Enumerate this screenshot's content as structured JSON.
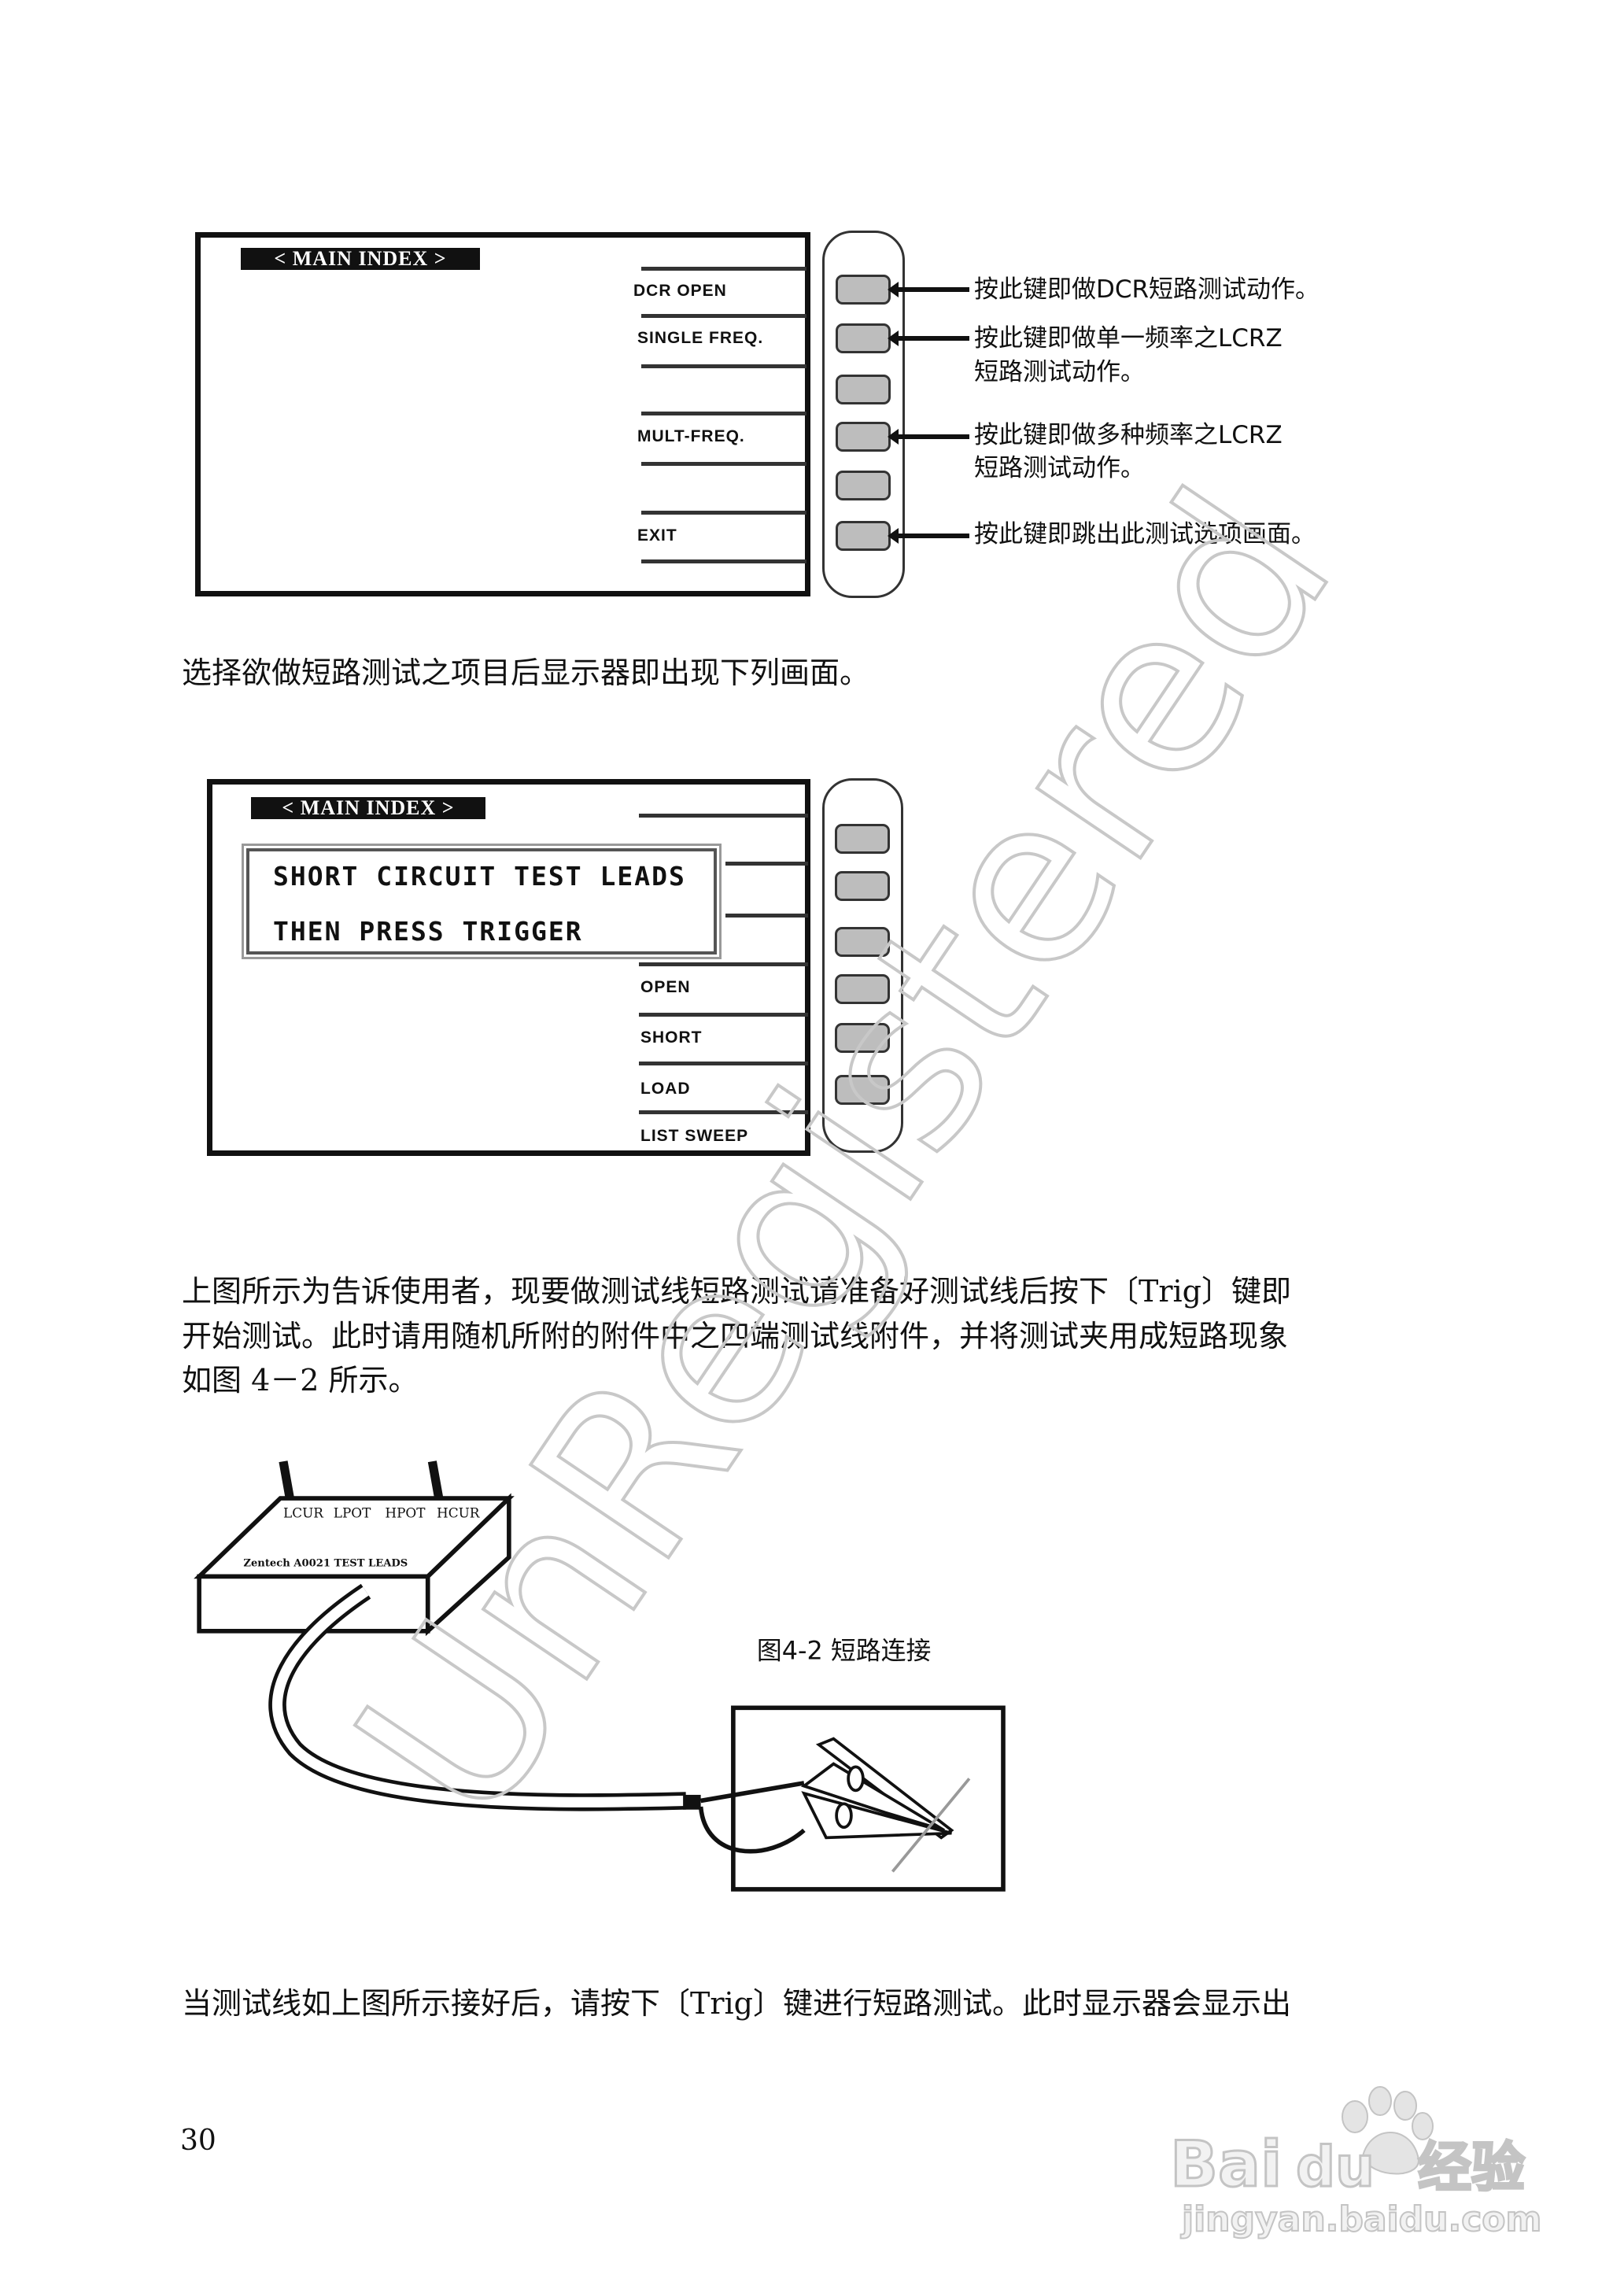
{
  "figure1": {
    "title": "< MAIN INDEX >",
    "softkeys": [
      "DCR OPEN",
      "SINGLE FREQ.",
      "",
      "MULT-FREQ.",
      "",
      "EXIT"
    ],
    "notes": [
      {
        "line1": "按此键即做DCR短路测试动作。",
        "line2": ""
      },
      {
        "line1": "按此键即做单一频率之LCRZ",
        "line2": "短路测试动作。"
      },
      {
        "line1": "按此键即做多种频率之LCRZ",
        "line2": "短路测试动作。"
      },
      {
        "line1": "按此键即跳出此测试选项画面。",
        "line2": ""
      }
    ]
  },
  "paragraph1": "选择欲做短路测试之项目后显示器即出现下列画面。",
  "figure2": {
    "title": "< MAIN INDEX >",
    "message_line1": "SHORT CIRCUIT TEST LEADS",
    "message_line2": "THEN PRESS TRIGGER",
    "softkeys": [
      "OPEN",
      "SHORT",
      "LOAD",
      "LIST SWEEP"
    ]
  },
  "paragraph2": [
    "上图所示为告诉使用者，现要做测试线短路测试请准备好测试线后按下〔Trig〕键即",
    "开始测试。此时请用随机所附的附件中之四端测试线附件，并将测试夹用成短路现象",
    "如图 4－2 所示。"
  ],
  "figure3": {
    "caption": "图4-2 短路连接",
    "terminals": [
      "LCUR",
      "LPOT",
      "HPOT",
      "HCUR"
    ],
    "box_label": "Zentech  A0021  TEST LEADS"
  },
  "paragraph3": "当测试线如上图所示接好后，请按下〔Trig〕键进行短路测试。此时显示器会显示出",
  "page_number": "30",
  "watermark": "UnRegistered",
  "logo": {
    "brand": "Baidu经验",
    "url_text": "jingyan.baidu.com"
  }
}
